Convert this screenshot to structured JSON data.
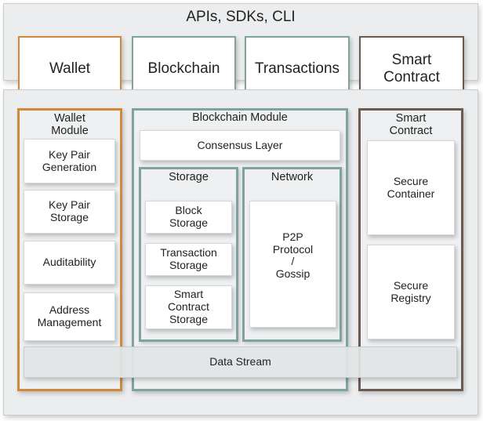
{
  "header": {
    "title": "APIs, SDKs, CLI"
  },
  "top_row": {
    "wallet": "Wallet",
    "blockchain": "Blockchain",
    "transactions": "Transactions",
    "smart_contract_line1": "Smart",
    "smart_contract_line2": "Contract"
  },
  "wallet_module": {
    "title_line1": "Wallet",
    "title_line2": "Module",
    "items": [
      {
        "line1": "Key Pair",
        "line2": "Generation"
      },
      {
        "line1": "Key Pair",
        "line2": "Storage"
      },
      {
        "line1": "Auditability",
        "line2": ""
      },
      {
        "line1": "Address",
        "line2": "Management"
      }
    ]
  },
  "blockchain_module": {
    "title": "Blockchain Module",
    "consensus": "Consensus Layer",
    "storage": {
      "title": "Storage",
      "items": [
        {
          "line1": "Block",
          "line2": "Storage",
          "line3": ""
        },
        {
          "line1": "Transaction",
          "line2": "Storage",
          "line3": ""
        },
        {
          "line1": "Smart",
          "line2": "Contract",
          "line3": "Storage"
        }
      ]
    },
    "network": {
      "title": "Network",
      "p2p_line1": "P2P",
      "p2p_line2": "Protocol",
      "p2p_line3": "/",
      "p2p_line4": "Gossip"
    }
  },
  "smart_contract_module": {
    "title_line1": "Smart",
    "title_line2": "Contract",
    "items": [
      {
        "line1": "Secure",
        "line2": "Container"
      },
      {
        "line1": "Secure",
        "line2": "Registry"
      }
    ]
  },
  "data_stream": {
    "label": "Data Stream"
  },
  "colors": {
    "wallet": "#d08a3a",
    "blockchain": "#7fa39f",
    "smart_contract": "#6b5a50"
  }
}
